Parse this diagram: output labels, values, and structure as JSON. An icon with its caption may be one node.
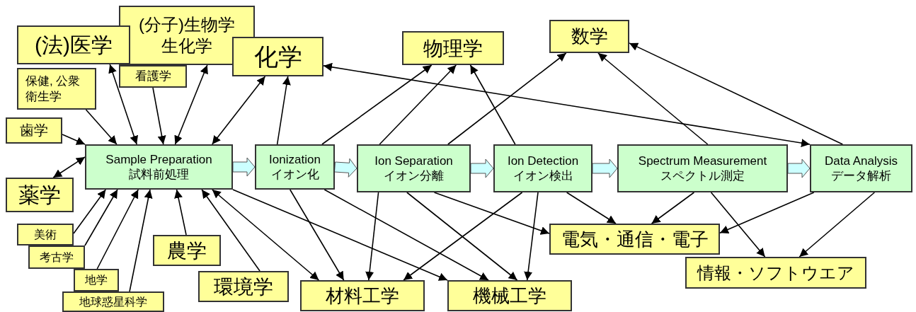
{
  "diagram": {
    "nodes": [
      {
        "text": [
          "(法)医学"
        ]
      },
      {
        "text": [
          "(分子)生物学",
          "生化学"
        ]
      },
      {
        "text": [
          "化学"
        ]
      },
      {
        "text": [
          "物理学"
        ]
      },
      {
        "text": [
          "数学"
        ]
      },
      {
        "text": [
          "保健, 公衆衛生学"
        ]
      },
      {
        "text": [
          "看護学"
        ]
      },
      {
        "text": [
          "歯学"
        ]
      },
      {
        "text": [
          "Sample Preparation",
          "試料前処理"
        ]
      },
      {
        "text": [
          "Ionization",
          "イオン化"
        ]
      },
      {
        "text": [
          "Ion Separation",
          "イオン分離"
        ]
      },
      {
        "text": [
          "Ion Detection",
          "イオン検出"
        ]
      },
      {
        "text": [
          "Spectrum Measurement",
          "スペクトル測定"
        ]
      },
      {
        "text": [
          "Data Analysis",
          "データ解析"
        ]
      },
      {
        "text": [
          "薬学"
        ]
      },
      {
        "text": [
          "美術"
        ]
      },
      {
        "text": [
          "考古学"
        ]
      },
      {
        "text": [
          "農学"
        ]
      },
      {
        "text": [
          "地学"
        ]
      },
      {
        "text": [
          "環境学"
        ]
      },
      {
        "text": [
          "地球惑星科学"
        ]
      },
      {
        "text": [
          "電気・通信・電子"
        ]
      },
      {
        "text": [
          "情報・ソフトウエア"
        ]
      },
      {
        "text": [
          "材料工学"
        ]
      },
      {
        "text": [
          "機械工学"
        ]
      }
    ],
    "edges": [
      {
        "from": 5,
        "to": 8,
        "arrow": "to"
      },
      {
        "from": 0,
        "to": 8,
        "arrow": "both"
      },
      {
        "from": 6,
        "to": 8,
        "arrow": "to"
      },
      {
        "from": 1,
        "to": 8,
        "arrow": "both"
      },
      {
        "from": 2,
        "to": 8,
        "arrow": "both"
      },
      {
        "from": 9,
        "to": 2,
        "arrow": "to"
      },
      {
        "from": 7,
        "to": 8,
        "arrow": "to"
      },
      {
        "from": 14,
        "to": 8,
        "arrow": "both"
      },
      {
        "from": 15,
        "to": 8,
        "arrow": "to"
      },
      {
        "from": 16,
        "to": 8,
        "arrow": "to"
      },
      {
        "from": 18,
        "to": 8,
        "arrow": "to"
      },
      {
        "from": 20,
        "to": 8,
        "arrow": "to"
      },
      {
        "from": 17,
        "to": 8,
        "arrow": "to"
      },
      {
        "from": 19,
        "to": 8,
        "arrow": "to"
      },
      {
        "from": 8,
        "to": 23,
        "arrow": "both"
      },
      {
        "from": 8,
        "to": 24,
        "arrow": "to"
      },
      {
        "from": 9,
        "to": 23,
        "arrow": "to"
      },
      {
        "from": 9,
        "to": 24,
        "arrow": "to"
      },
      {
        "from": 9,
        "to": 3,
        "arrow": "to"
      },
      {
        "from": 10,
        "to": 3,
        "arrow": "to"
      },
      {
        "from": 10,
        "to": 4,
        "arrow": "to"
      },
      {
        "from": 10,
        "to": 23,
        "arrow": "to"
      },
      {
        "from": 10,
        "to": 24,
        "arrow": "to"
      },
      {
        "from": 10,
        "to": 21,
        "arrow": "to"
      },
      {
        "from": 11,
        "to": 3,
        "arrow": "to"
      },
      {
        "from": 11,
        "to": 23,
        "arrow": "to"
      },
      {
        "from": 11,
        "to": 24,
        "arrow": "to"
      },
      {
        "from": 11,
        "to": 21,
        "arrow": "to"
      },
      {
        "from": 12,
        "to": 4,
        "arrow": "to"
      },
      {
        "from": 12,
        "to": 21,
        "arrow": "to"
      },
      {
        "from": 12,
        "to": 22,
        "arrow": "to"
      },
      {
        "from": 13,
        "to": 4,
        "arrow": "to"
      },
      {
        "from": 13,
        "to": 21,
        "arrow": "to"
      },
      {
        "from": 13,
        "to": 22,
        "arrow": "to"
      },
      {
        "from": 2,
        "to": 13,
        "arrow": "both"
      },
      {
        "from": 8,
        "to": 9,
        "arrow": "to",
        "style": "thick",
        "color": "#ccffff"
      },
      {
        "from": 9,
        "to": 10,
        "arrow": "to",
        "style": "thick",
        "color": "#ccffff"
      },
      {
        "from": 10,
        "to": 11,
        "arrow": "to",
        "style": "thick",
        "color": "#ccffff"
      },
      {
        "from": 11,
        "to": 12,
        "arrow": "to",
        "style": "thick",
        "color": "#ccffff"
      },
      {
        "from": 12,
        "to": 13,
        "arrow": "to",
        "style": "thick",
        "color": "#ccffff"
      }
    ]
  }
}
